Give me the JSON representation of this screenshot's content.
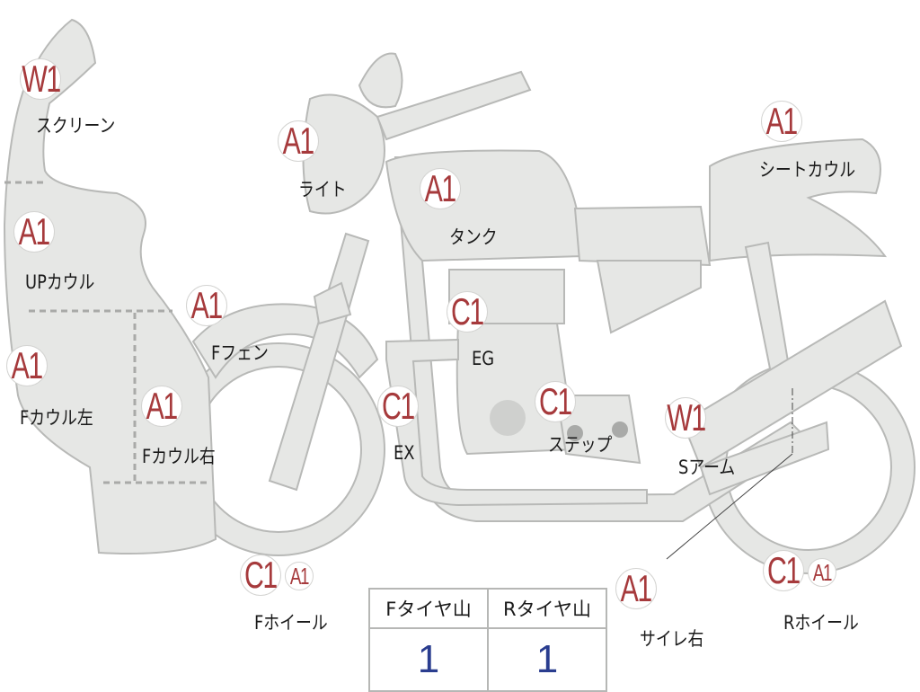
{
  "parts": [
    {
      "grade": "W1",
      "name": "スクリーン"
    },
    {
      "grade": "A1",
      "name": "UPカウル"
    },
    {
      "grade": "A1",
      "name": "ライト"
    },
    {
      "grade": "A1",
      "name": "タンク"
    },
    {
      "grade": "A1",
      "name": "シートカウル"
    },
    {
      "grade": "A1",
      "name": "Fフェン"
    },
    {
      "grade": "C1",
      "name": "EG"
    },
    {
      "grade": "A1",
      "name": "Fカウル左"
    },
    {
      "grade": "C1",
      "name": "EX"
    },
    {
      "grade": "A1",
      "name": "Fカウル右"
    },
    {
      "grade": "C1",
      "name": "ステップ"
    },
    {
      "grade": "W1",
      "name": "Sアーム"
    },
    {
      "grade": "C1",
      "grade2": "A1",
      "name": "Fホイール"
    },
    {
      "grade": "A1",
      "name": "サイレ右"
    },
    {
      "grade": "C1",
      "grade2": "A1",
      "name": "Rホイール"
    }
  ],
  "tire_table": {
    "headers": [
      "Fタイヤ山",
      "Rタイヤ山"
    ],
    "values": [
      "1",
      "1"
    ]
  },
  "colors": {
    "grade": "#a63a3c",
    "value": "#2a3d8f",
    "part_fill": "#e6e7e5",
    "part_stroke": "#b8b9b7"
  }
}
